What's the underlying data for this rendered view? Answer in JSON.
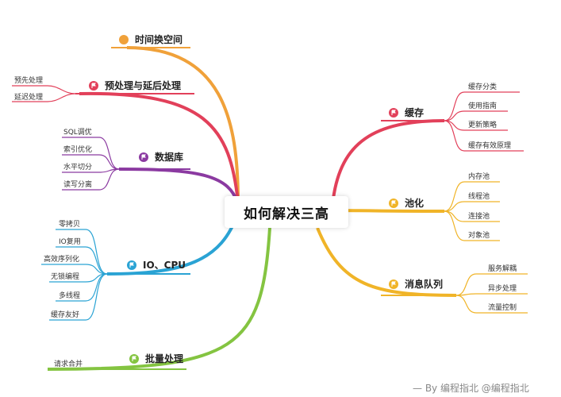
{
  "center": "如何解决三高",
  "branches": {
    "time_space": {
      "label": "时间换空间",
      "color": "#f0a13a"
    },
    "async": {
      "label": "预处理与延后处理",
      "color": "#e2405a",
      "children": [
        "预先处理",
        "延迟处理"
      ]
    },
    "db": {
      "label": "数据库",
      "color": "#8b3aa1",
      "children": [
        "SQL调优",
        "索引优化",
        "水平切分",
        "读写分离"
      ]
    },
    "io": {
      "label": "IO、CPU",
      "color": "#2aa3d4",
      "children": [
        "零拷贝",
        "IO复用",
        "高效序列化",
        "无锁编程",
        "多线程",
        "缓存友好"
      ]
    },
    "batch": {
      "label": "批量处理",
      "color": "#84c441",
      "children": [
        "请求合并"
      ]
    },
    "cache": {
      "label": "缓存",
      "color": "#e2405a",
      "children": [
        "缓存分类",
        "使用指南",
        "更新策略",
        "缓存有效原理"
      ]
    },
    "pool": {
      "label": "池化",
      "color": "#f0b428",
      "children": [
        "内存池",
        "线程池",
        "连接池",
        "对象池"
      ]
    },
    "mq": {
      "label": "消息队列",
      "color": "#f0b428",
      "children": [
        "服务解耦",
        "异步处理",
        "流量控制"
      ]
    }
  },
  "footer": "— By 编程指北 @编程指北"
}
